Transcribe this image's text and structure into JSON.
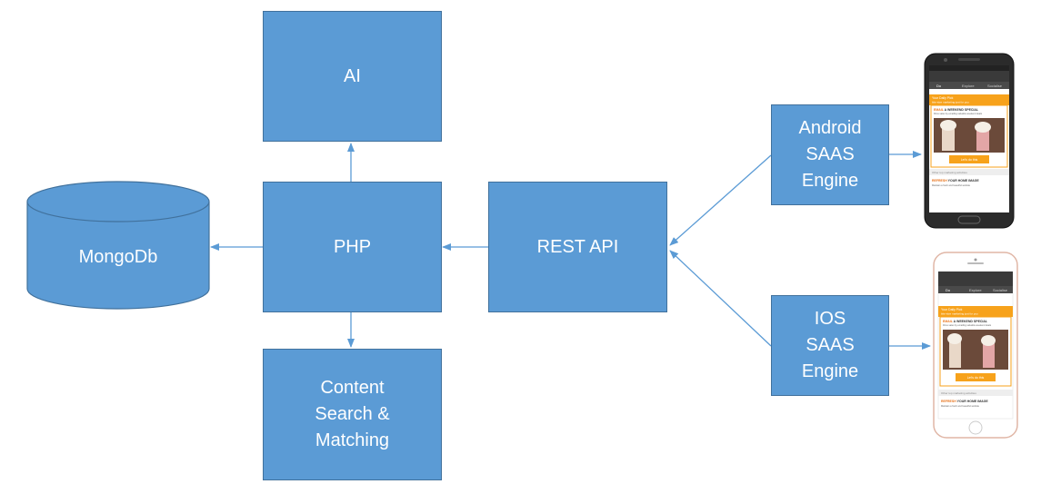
{
  "nodes": {
    "ai": "AI",
    "php": "PHP",
    "mongodb": "MongoDb",
    "rest_api": "REST API",
    "content": "Content\nSearch &\nMatching",
    "android": "Android\nSAAS\nEngine",
    "ios": "IOS\nSAAS\nEngine"
  },
  "edges": [
    {
      "from": "php",
      "to": "ai"
    },
    {
      "from": "php",
      "to": "mongodb"
    },
    {
      "from": "php",
      "to": "content"
    },
    {
      "from": "rest_api",
      "to": "php"
    },
    {
      "from": "android",
      "to": "rest_api"
    },
    {
      "from": "ios",
      "to": "rest_api"
    },
    {
      "from": "android",
      "to": "android-phone"
    },
    {
      "from": "ios",
      "to": "ios-phone"
    }
  ],
  "phone_screen": {
    "tabs": [
      "Do",
      "Explore",
      "Socialise"
    ],
    "daily_pick_title": "Your Daily Pick",
    "daily_pick_sub": "bite-size marketing just for you",
    "card1_title_accent": "EMAIL",
    "card1_title_rest": " A WEEKEND SPECIAL",
    "card1_text": "Drive sales by emailing valuable weekend deals",
    "button": "Let's do this",
    "divider": "Other top marketing activities",
    "card2_title_accent": "REFRESH",
    "card2_title_rest": " YOUR HOME IMAGE",
    "card2_text": "Maintain a fresh and beautiful website"
  },
  "colors": {
    "box_fill": "#5b9bd5",
    "box_border": "#41719c",
    "arrow": "#5b9bd5",
    "phone_accent": "#f7a21b"
  }
}
